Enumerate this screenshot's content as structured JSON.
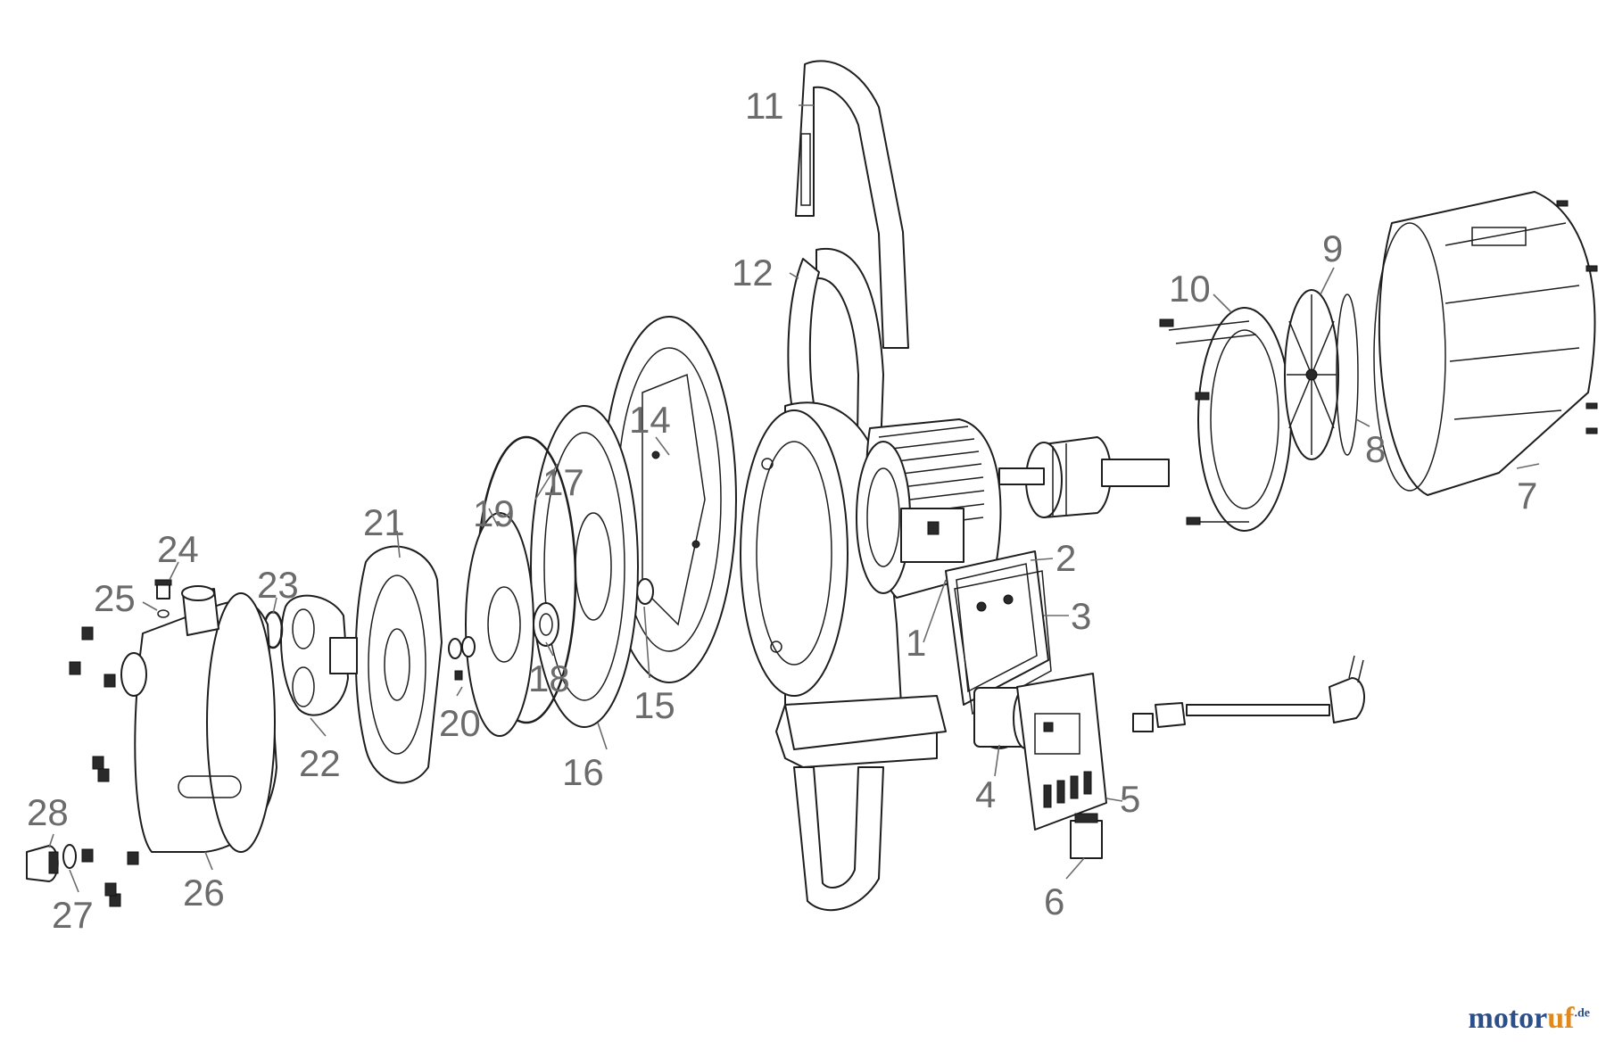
{
  "diagram": {
    "callouts": [
      {
        "id": "1",
        "label": "1"
      },
      {
        "id": "2",
        "label": "2"
      },
      {
        "id": "3",
        "label": "3"
      },
      {
        "id": "4",
        "label": "4"
      },
      {
        "id": "5",
        "label": "5"
      },
      {
        "id": "6",
        "label": "6"
      },
      {
        "id": "7",
        "label": "7"
      },
      {
        "id": "8",
        "label": "8"
      },
      {
        "id": "9",
        "label": "9"
      },
      {
        "id": "10",
        "label": "10"
      },
      {
        "id": "11",
        "label": "11"
      },
      {
        "id": "12",
        "label": "12"
      },
      {
        "id": "14",
        "label": "14"
      },
      {
        "id": "15",
        "label": "15"
      },
      {
        "id": "16",
        "label": "16"
      },
      {
        "id": "17",
        "label": "17"
      },
      {
        "id": "18",
        "label": "18"
      },
      {
        "id": "19",
        "label": "19"
      },
      {
        "id": "20",
        "label": "20"
      },
      {
        "id": "21",
        "label": "21"
      },
      {
        "id": "22",
        "label": "22"
      },
      {
        "id": "23",
        "label": "23"
      },
      {
        "id": "24",
        "label": "24"
      },
      {
        "id": "25",
        "label": "25"
      },
      {
        "id": "26",
        "label": "26"
      },
      {
        "id": "27",
        "label": "27"
      },
      {
        "id": "28",
        "label": "28"
      }
    ]
  },
  "watermark": {
    "main": "motor",
    "accent": "uf",
    "tld": ".de"
  }
}
